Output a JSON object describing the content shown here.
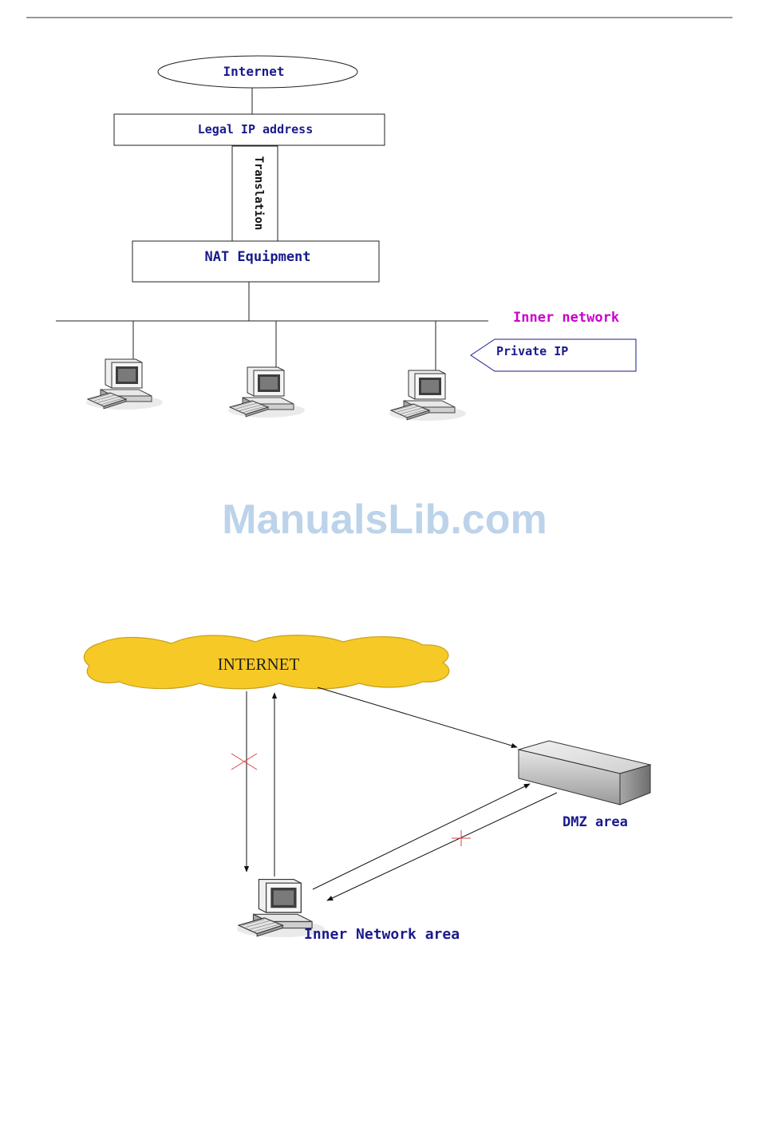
{
  "nat_diagram": {
    "internet_label": "Internet",
    "legal_ip_label": "Legal IP address",
    "translation_label": "Translation",
    "nat_label": "NAT Equipment",
    "inner_network_label": "Inner network",
    "private_ip_label": "Private IP"
  },
  "watermark": "ManualsLib.com",
  "dmz_diagram": {
    "internet_label": "INTERNET",
    "dmz_label": "DMZ area",
    "inner_label": "Inner Network area"
  },
  "colors": {
    "label_blue": "#1a1a8c",
    "magenta": "#cc00cc",
    "cloud_fill": "#f7c926",
    "cloud_stroke": "#c9a01a",
    "blocked_red": "#e04040",
    "watermark": "#bcd3ea"
  }
}
